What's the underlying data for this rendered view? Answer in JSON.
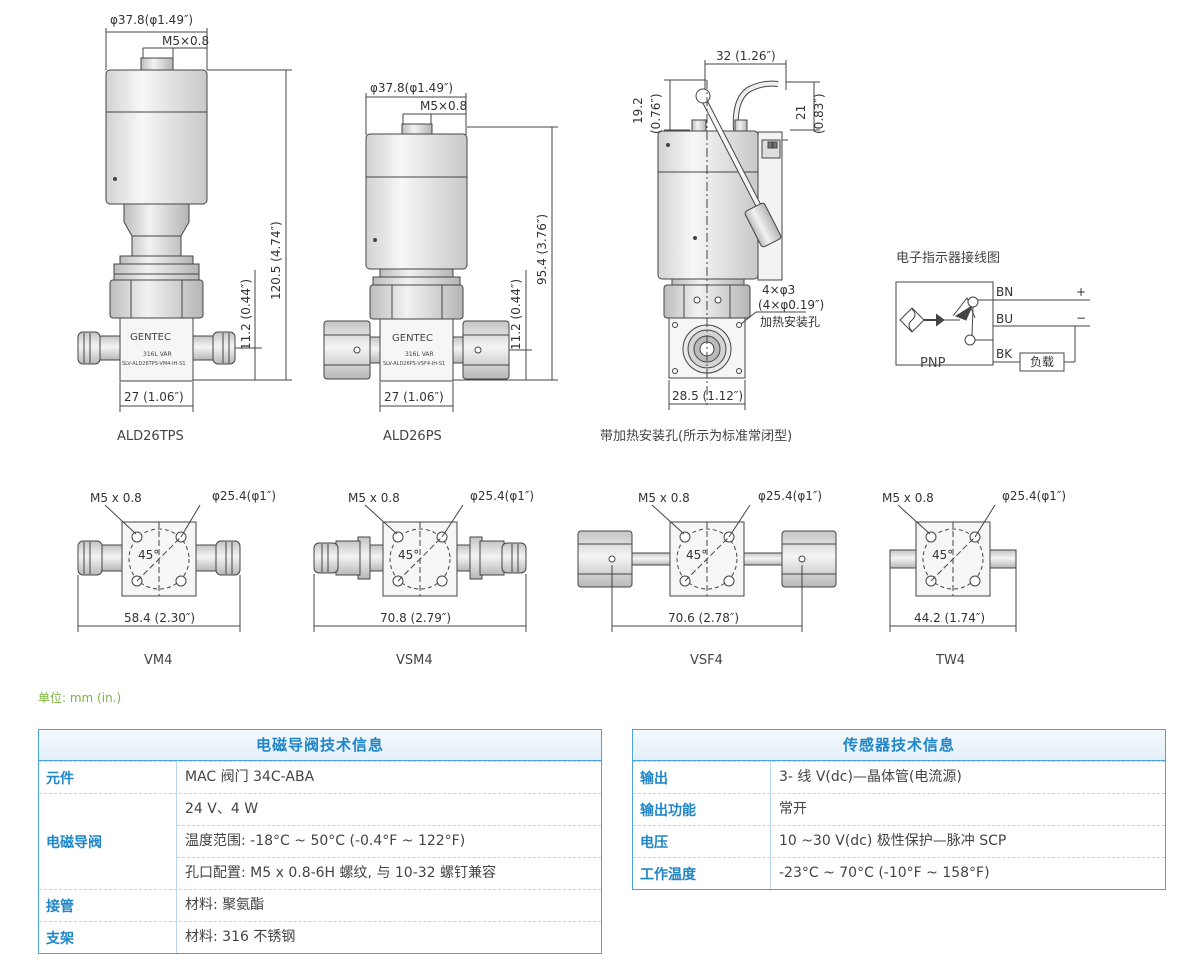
{
  "captions": {
    "ald26tps": "ALD26TPS",
    "ald26ps": "ALD26PS",
    "heating": "带加热安装孔(所示为标准常闭型)",
    "vm4": "VM4",
    "vsm4": "VSM4",
    "vsf4": "VSF4",
    "tw4": "TW4"
  },
  "dims": {
    "dia_37_8": "φ37.8(φ1.49″)",
    "m5_08": "M5×0.8",
    "h_120_5": "120.5 (4.74″)",
    "h_95_4": "95.4 (3.76″)",
    "h_11_2": "11.2 (0.44″)",
    "w_27": "27 (1.06″)",
    "w_32": "32 (1.26″)",
    "h_19_2": "19.2",
    "h_19_2_in": "(0.76″)",
    "h_21": "21",
    "h_21_in": "(0.83″)",
    "holes_4": "4×φ3",
    "holes_4_in": "(4×φ0.19″)",
    "heat_hole": "加热安装孔",
    "w_28_5": "28.5 (1.12″)",
    "m5_x": "M5 x 0.8",
    "dia_25_4": "φ25.4(φ1″)",
    "angle_45": "45°",
    "w_58_4": "58.4 (2.30″)",
    "w_70_8": "70.8 (2.79″)",
    "w_70_6": "70.6 (2.78″)",
    "w_44_2": "44.2 (1.74″)"
  },
  "body_text": {
    "brand": "GENTEC",
    "material": "316L VAR",
    "model_tps": "SLV-ALD26TPS-VM4-IH-S1",
    "model_ps": "SLV-ALD26PS-VSF4-IH-S1"
  },
  "wiring": {
    "title": "电子指示器接线图",
    "bn": "BN",
    "bu": "BU",
    "bk": "BK",
    "plus": "+",
    "minus": "−",
    "load": "负载",
    "pnp": "PNP"
  },
  "unit_note": "单位: mm (in.)",
  "solenoid_table": {
    "title": "电磁导阀技术信息",
    "rows": [
      {
        "key": "元件",
        "values": [
          "MAC 阀门 34C-ABA"
        ]
      },
      {
        "key": "电磁导阀",
        "values": [
          "24 V、4 W",
          "温度范围: -18°C ~ 50°C (-0.4°F ~ 122°F)",
          "孔口配置: M5 x 0.8-6H 螺纹, 与 10-32 螺钉兼容"
        ]
      },
      {
        "key": "接管",
        "values": [
          "材料: 聚氨酯"
        ]
      },
      {
        "key": "支架",
        "values": [
          "材料: 316 不锈钢"
        ]
      }
    ]
  },
  "sensor_table": {
    "title": "传感器技术信息",
    "rows": [
      {
        "key": "输出",
        "values": [
          "3- 线 V(dc)—晶体管(电流源)"
        ]
      },
      {
        "key": "输出功能",
        "values": [
          "常开"
        ]
      },
      {
        "key": "电压",
        "values": [
          "10 ~30 V(dc) 极性保护—脉冲 SCP"
        ]
      },
      {
        "key": "工作温度",
        "values": [
          "-23°C ~ 70°C (-10°F ~ 158°F)"
        ]
      }
    ]
  },
  "colors": {
    "line": "#444444",
    "fill_dark": "#d9d9d9",
    "fill_light": "#f0f0f0",
    "table_border": "#4da3d6",
    "table_key": "#1f86c8",
    "unit_note": "#7cb342"
  }
}
